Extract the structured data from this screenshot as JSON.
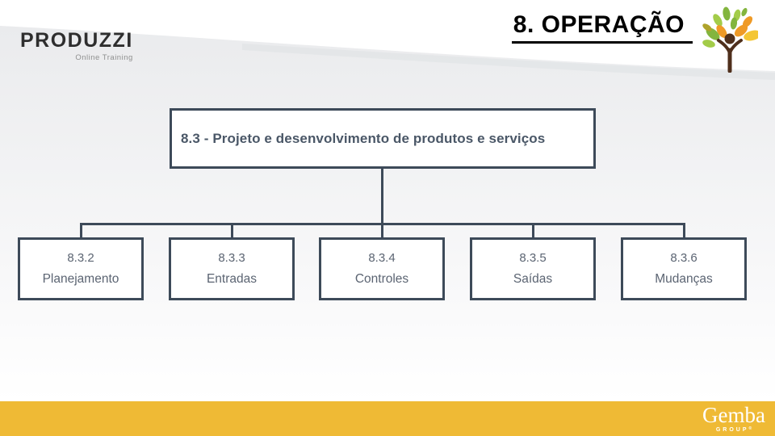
{
  "slide": {
    "logo": {
      "name": "PRODUZZI",
      "subtitle": "Online Training"
    },
    "header": {
      "title": "8. OPERAÇÃO"
    },
    "diagram": {
      "type": "org-chart",
      "root": {
        "label": "8.3 - Projeto e desenvolvimento de produtos e serviços"
      },
      "children": [
        {
          "code": "8.3.2",
          "label": "Planejamento"
        },
        {
          "code": "8.3.3",
          "label": "Entradas"
        },
        {
          "code": "8.3.4",
          "label": "Controles"
        },
        {
          "code": "8.3.5",
          "label": "Saídas"
        },
        {
          "code": "8.3.6",
          "label": "Mudanças"
        }
      ]
    },
    "footer": {
      "brand": "Gemba",
      "brand_suffix": "GROUP",
      "trademark": "®"
    },
    "icons": {
      "tree": "tree-icon"
    },
    "colors": {
      "accent_yellow": "#efba35",
      "line_and_border": "#3d4a59",
      "box_text": "#5b6472",
      "root_text": "#4a5767",
      "background_gray": "#ebecee"
    }
  }
}
